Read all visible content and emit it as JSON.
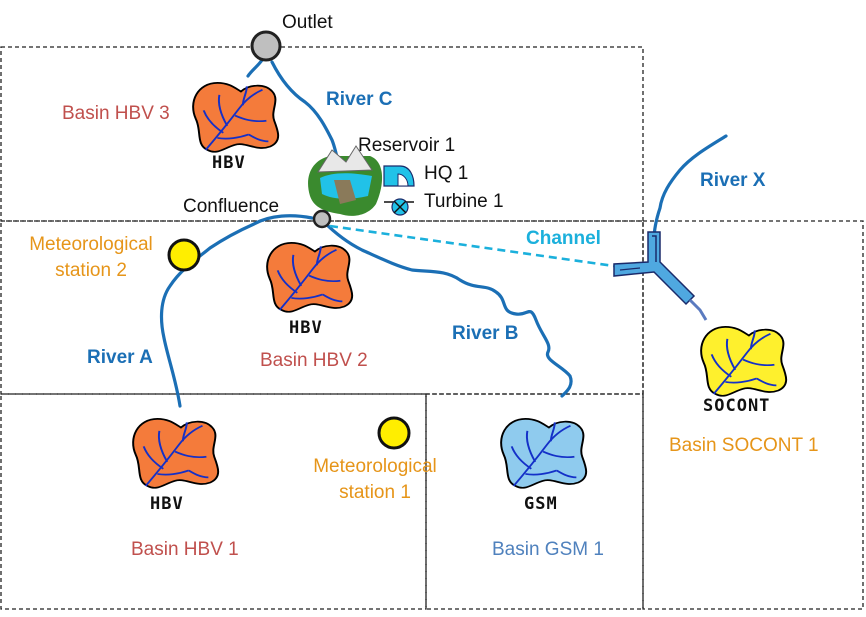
{
  "labels": {
    "outlet": "Outlet",
    "river_c": "River C",
    "basin_hbv_3": "Basin HBV 3",
    "reservoir": "Reservoir 1",
    "hq": "HQ 1",
    "turbine": "Turbine 1",
    "confluence": "Confluence",
    "river_x": "River X",
    "met_station_2": [
      "Meteorological",
      "station 2"
    ],
    "channel": "Channel",
    "river_a": "River A",
    "river_b": "River B",
    "basin_hbv_2": "Basin HBV 2",
    "met_station_1": [
      "Meteorological",
      "station 1"
    ],
    "basin_hbv_1": "Basin HBV 1",
    "basin_gsm_1": "Basin GSM 1",
    "basin_socont_1": "Basin SOCONT 1"
  },
  "model_tags": {
    "hbv3": "HBV",
    "hbv2": "HBV",
    "hbv1": "HBV",
    "gsm": "GSM",
    "socont": "SOCONT"
  },
  "colors": {
    "river": "#1b6fb5",
    "channel": "#1bb0dc",
    "hbv_basin": "#f47b3b",
    "gsm_basin": "#8fcbee",
    "socont_basin": "#fef02d",
    "met_station": "#ffee00",
    "node": "#bfbfbf"
  }
}
